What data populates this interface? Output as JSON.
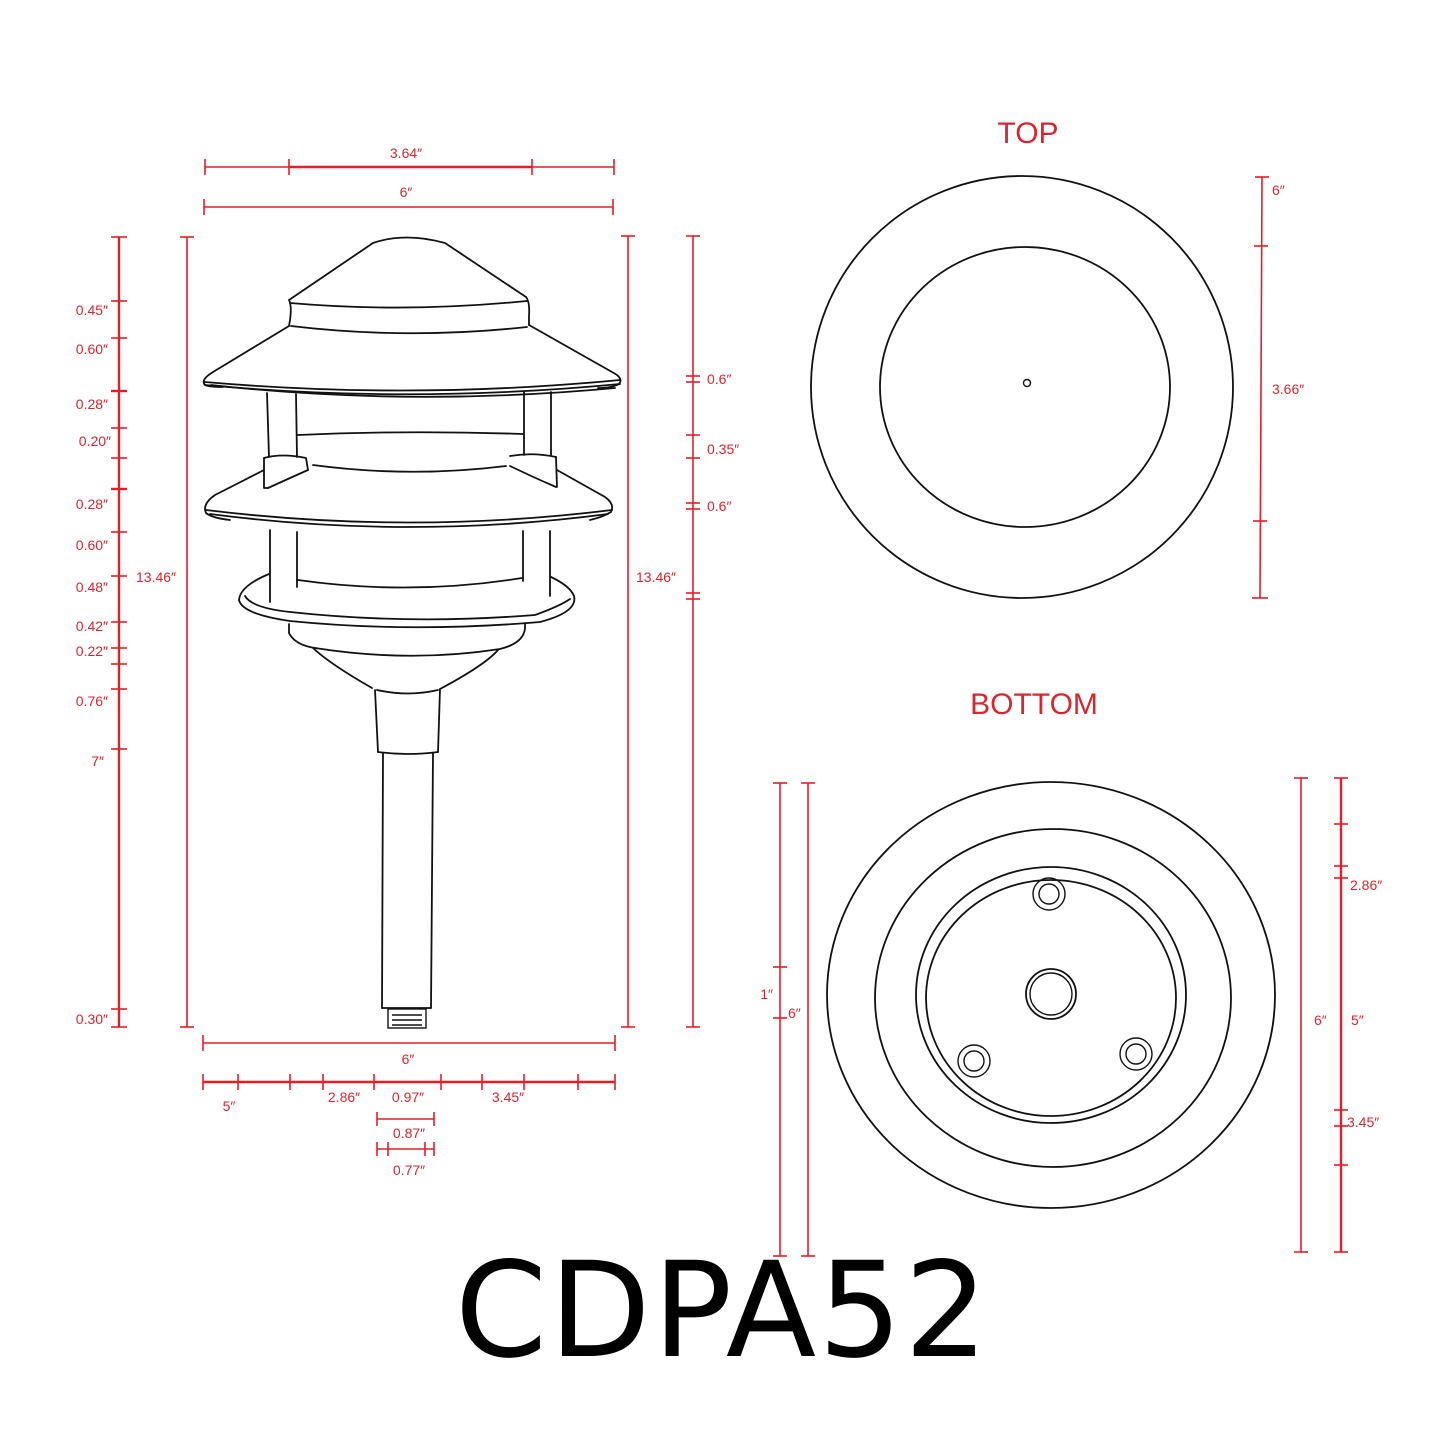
{
  "model": "CDPA52",
  "colors": {
    "dimension": "#e41e26",
    "label": "#d7262e",
    "outline": "#111111",
    "background": "#ffffff"
  },
  "views": {
    "top_title": "TOP",
    "bottom_title": "BOTTOM"
  },
  "side_view": {
    "top_dims": {
      "inner_width": "3.64″",
      "overall_width": "6″"
    },
    "left_stack": [
      "0.45″",
      "0.60″",
      "0.28″",
      "0.20″",
      "0.28″",
      "0.60″",
      "0.48″",
      "0.42″",
      "0.22″",
      "0.76″",
      "7″",
      "0.30″"
    ],
    "left_overall_height": "13.46″",
    "right_overall_height": "13.46″",
    "right_stack": [
      "0.6″",
      "0.35″",
      "0.6″"
    ],
    "bottom_dims": {
      "overall_width": "6″",
      "row": [
        "5″",
        "2.86″",
        "0.97″",
        "3.45″"
      ],
      "stake_outer": "0.87″",
      "stake_inner": "0.77″"
    }
  },
  "top_view": {
    "dims": [
      "6″",
      "3.66″"
    ]
  },
  "bottom_view": {
    "left_dims": [
      "1″",
      "6″"
    ],
    "right_dims": [
      "6″",
      "5″",
      "2.86″",
      "3.45″"
    ]
  }
}
